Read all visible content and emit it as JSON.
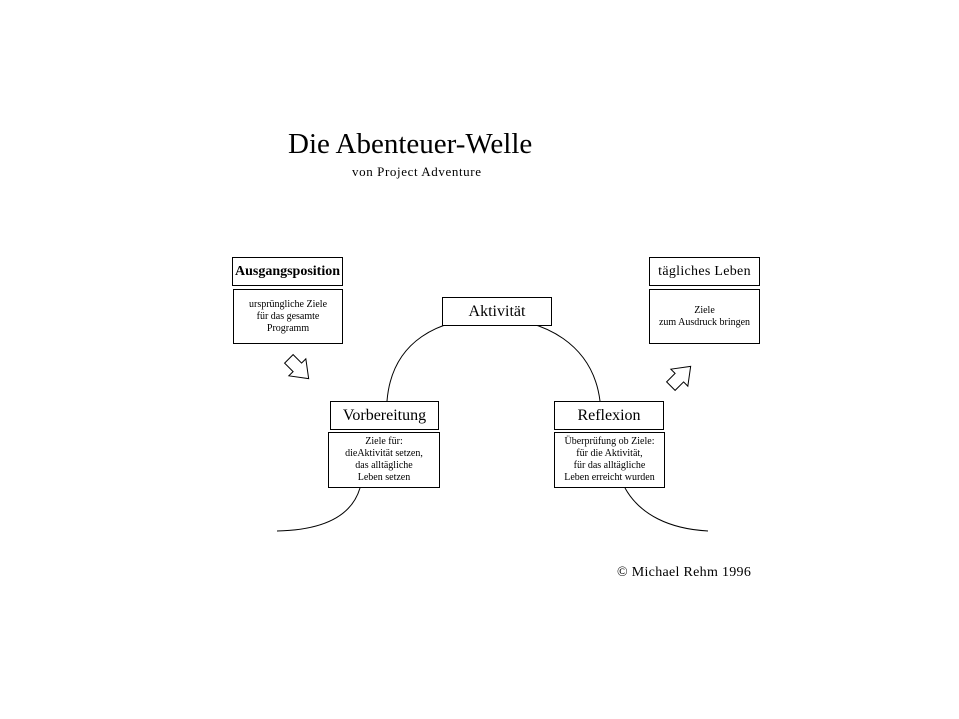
{
  "title": "Die Abenteuer-Welle",
  "subtitle": "von Project Adventure",
  "nodes": {
    "start": {
      "header": "Ausgangsposition",
      "lines": [
        "ursprüngliche Ziele",
        "für das gesamte",
        "Programm"
      ]
    },
    "activity": {
      "header": "Aktivität"
    },
    "preparation": {
      "header": "Vorbereitung",
      "lines": [
        "Ziele für:",
        "dieAktivität setzen,",
        "das alltägliche",
        "Leben setzen"
      ]
    },
    "reflection": {
      "header": "Reflexion",
      "lines": [
        "Überprüfung ob Ziele:",
        "für die Aktivität,",
        "für das alltägliche",
        "Leben erreicht wurden"
      ]
    },
    "daily_life": {
      "header": "tägliches Leben",
      "lines": [
        "Ziele",
        "zum Ausdruck bringen"
      ]
    }
  },
  "copyright": "© Michael Rehm 1996",
  "colors": {
    "line": "#000000",
    "background": "#ffffff",
    "text": "#000000"
  },
  "icons": {
    "start_arrow": "arrow-down-right-icon",
    "end_arrow": "arrow-up-right-icon"
  }
}
